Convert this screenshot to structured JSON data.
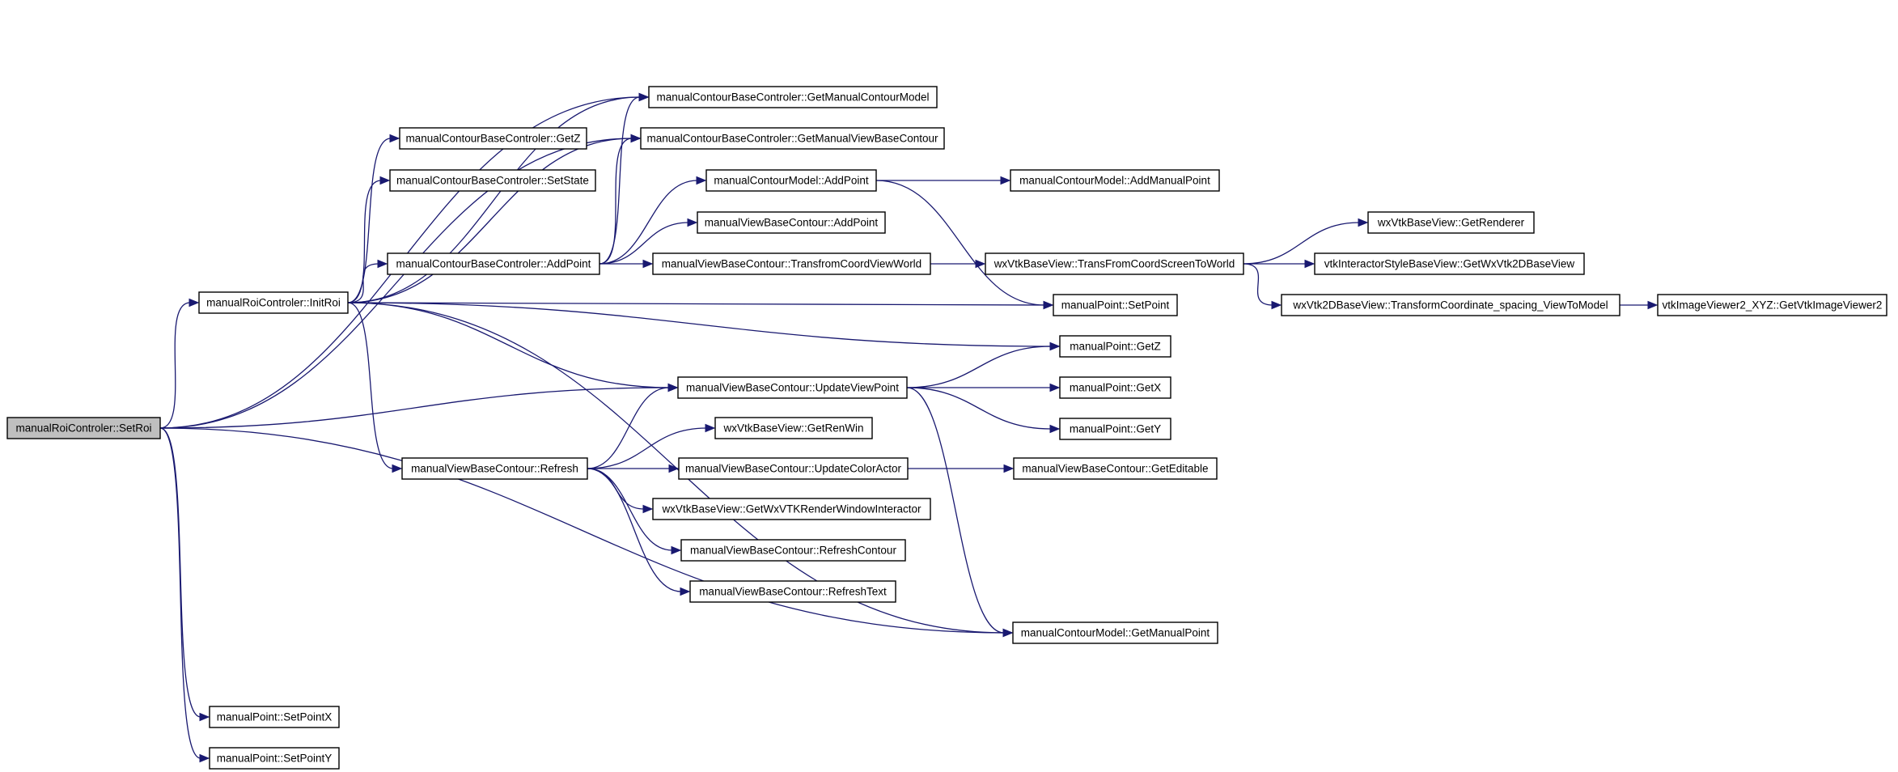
{
  "graph": {
    "nodes": [
      {
        "id": "setroi",
        "label": "manualRoiControler::SetRoi",
        "root": true
      },
      {
        "id": "initroi",
        "label": "manualRoiControler::InitRoi"
      },
      {
        "id": "getmanualcontourmodel",
        "label": "manualContourBaseControler::GetManualContourModel"
      },
      {
        "id": "getmanualviewbasecontour",
        "label": "manualContourBaseControler::GetManualViewBaseContour"
      },
      {
        "id": "getz_ctrl",
        "label": "manualContourBaseControler::GetZ"
      },
      {
        "id": "setstate",
        "label": "manualContourBaseControler::SetState"
      },
      {
        "id": "addpoint_ctrl",
        "label": "manualContourBaseControler::AddPoint"
      },
      {
        "id": "addpoint_model",
        "label": "manualContourModel::AddPoint"
      },
      {
        "id": "addmanualpoint",
        "label": "manualContourModel::AddManualPoint"
      },
      {
        "id": "addpoint_view",
        "label": "manualViewBaseContour::AddPoint"
      },
      {
        "id": "transcoordviewworld",
        "label": "manualViewBaseContour::TransfromCoordViewWorld"
      },
      {
        "id": "transfromcoordscreen",
        "label": "wxVtkBaseView::TransFromCoordScreenToWorld"
      },
      {
        "id": "getrenderer",
        "label": "wxVtkBaseView::GetRenderer"
      },
      {
        "id": "getwxvtk2dbaseview",
        "label": "vtkInteractorStyleBaseView::GetWxVtk2DBaseView"
      },
      {
        "id": "transformcoordinate",
        "label": "wxVtk2DBaseView::TransformCoordinate_spacing_ViewToModel"
      },
      {
        "id": "getvtkimageviewer2",
        "label": "vtkImageViewer2_XYZ::GetVtkImageViewer2"
      },
      {
        "id": "setpoint",
        "label": "manualPoint::SetPoint"
      },
      {
        "id": "getz_point",
        "label": "manualPoint::GetZ"
      },
      {
        "id": "getx_point",
        "label": "manualPoint::GetX"
      },
      {
        "id": "gety_point",
        "label": "manualPoint::GetY"
      },
      {
        "id": "updateviewpoint",
        "label": "manualViewBaseContour::UpdateViewPoint"
      },
      {
        "id": "refresh",
        "label": "manualViewBaseContour::Refresh"
      },
      {
        "id": "getrenwin",
        "label": "wxVtkBaseView::GetRenWin"
      },
      {
        "id": "updatecoloractor",
        "label": "manualViewBaseContour::UpdateColorActor"
      },
      {
        "id": "geteditable",
        "label": "manualViewBaseContour::GetEditable"
      },
      {
        "id": "getwxvtkrenderwindowinteractor",
        "label": "wxVtkBaseView::GetWxVTKRenderWindowInteractor"
      },
      {
        "id": "refreshcontour",
        "label": "manualViewBaseContour::RefreshContour"
      },
      {
        "id": "refreshtext",
        "label": "manualViewBaseContour::RefreshText"
      },
      {
        "id": "getmanualpoint",
        "label": "manualContourModel::GetManualPoint"
      },
      {
        "id": "setpointx",
        "label": "manualPoint::SetPointX"
      },
      {
        "id": "setpointy",
        "label": "manualPoint::SetPointY"
      }
    ],
    "edges": [
      [
        "setroi",
        "initroi"
      ],
      [
        "setroi",
        "getmanualcontourmodel"
      ],
      [
        "setroi",
        "getmanualviewbasecontour"
      ],
      [
        "setroi",
        "updateviewpoint"
      ],
      [
        "setroi",
        "getmanualpoint"
      ],
      [
        "setroi",
        "setpointx"
      ],
      [
        "setroi",
        "setpointy"
      ],
      [
        "initroi",
        "getmanualcontourmodel"
      ],
      [
        "initroi",
        "getmanualviewbasecontour"
      ],
      [
        "initroi",
        "getz_ctrl"
      ],
      [
        "initroi",
        "setstate"
      ],
      [
        "initroi",
        "addpoint_ctrl"
      ],
      [
        "initroi",
        "setpoint"
      ],
      [
        "initroi",
        "getz_point"
      ],
      [
        "initroi",
        "updateviewpoint"
      ],
      [
        "initroi",
        "refresh"
      ],
      [
        "initroi",
        "getmanualpoint"
      ],
      [
        "addpoint_ctrl",
        "getmanualcontourmodel"
      ],
      [
        "addpoint_ctrl",
        "getmanualviewbasecontour"
      ],
      [
        "addpoint_ctrl",
        "addpoint_model"
      ],
      [
        "addpoint_ctrl",
        "addpoint_view"
      ],
      [
        "addpoint_ctrl",
        "transcoordviewworld"
      ],
      [
        "addpoint_model",
        "addmanualpoint"
      ],
      [
        "addpoint_model",
        "setpoint"
      ],
      [
        "transcoordviewworld",
        "transfromcoordscreen"
      ],
      [
        "transfromcoordscreen",
        "getrenderer"
      ],
      [
        "transfromcoordscreen",
        "getwxvtk2dbaseview"
      ],
      [
        "transfromcoordscreen",
        "transformcoordinate"
      ],
      [
        "transformcoordinate",
        "getvtkimageviewer2"
      ],
      [
        "updateviewpoint",
        "getz_point"
      ],
      [
        "updateviewpoint",
        "getx_point"
      ],
      [
        "updateviewpoint",
        "gety_point"
      ],
      [
        "updateviewpoint",
        "getmanualpoint"
      ],
      [
        "refresh",
        "updateviewpoint"
      ],
      [
        "refresh",
        "getrenwin"
      ],
      [
        "refresh",
        "updatecoloractor"
      ],
      [
        "refresh",
        "getwxvtkrenderwindowinteractor"
      ],
      [
        "refresh",
        "refreshcontour"
      ],
      [
        "refresh",
        "refreshtext"
      ],
      [
        "updatecoloractor",
        "geteditable"
      ]
    ]
  }
}
